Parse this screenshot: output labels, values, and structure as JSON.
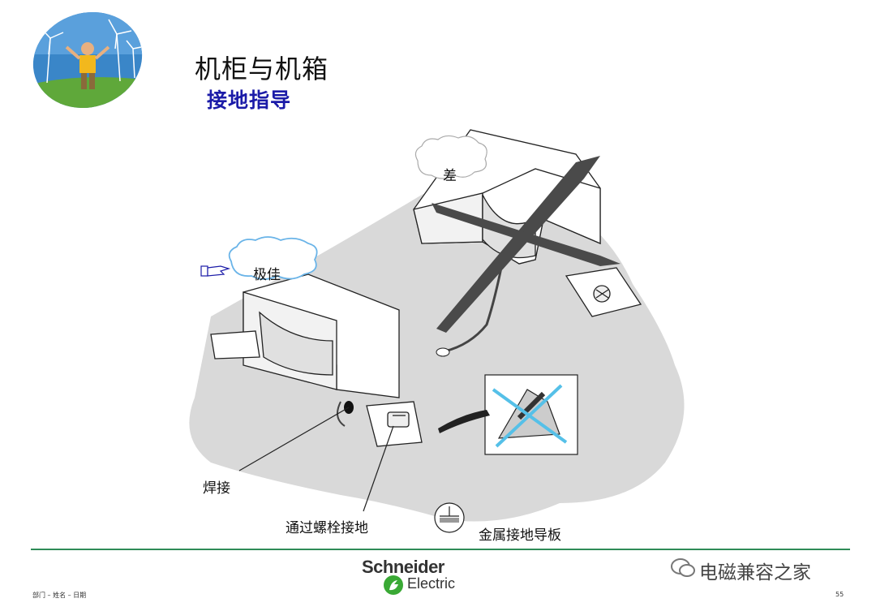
{
  "title": "机柜与机箱",
  "subtitle": "接地指导",
  "labels": {
    "bad": "差",
    "best": "极佳",
    "weld": "焊接",
    "bolt": "通过螺栓接地",
    "plate": "金属接地导板"
  },
  "footer": {
    "left": "部门 – 姓名 – 日期",
    "brand_line1": "Schneider",
    "brand_line2": "Electric",
    "watermark": "电磁兼容之家",
    "page": "55"
  },
  "colors": {
    "accent": "#1b1ba8",
    "footer_line": "#2e8b57",
    "plate": "#d9d9d9",
    "arrow": "#555555",
    "cross": "#55c0e8"
  }
}
